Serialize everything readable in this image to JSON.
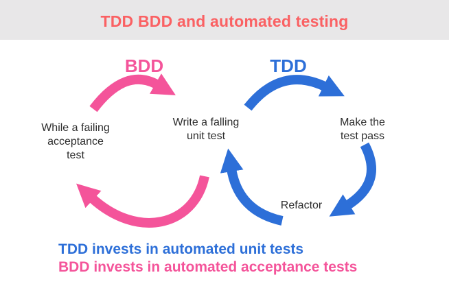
{
  "header": {
    "title": "TDD BDD and automated testing"
  },
  "colors": {
    "pink": "#f4549a",
    "blue": "#2d6fd8",
    "title_coral": "#fa6163",
    "header_background": "#e8e7e8",
    "label_text": "#2d2d2d",
    "page_background": "#ffffff"
  },
  "diagram": {
    "bdd_cycle_label": "BDD",
    "tdd_cycle_label": "TDD",
    "nodes": {
      "while_failing_acceptance": "While a failing\nacceptance\ntest",
      "write_failing_unit": "Write a falling\nunit test",
      "make_test_pass": "Make the\ntest pass",
      "refactor": "Refactor"
    },
    "arrows": [
      {
        "id": "bdd-forward-arrow",
        "color": "#f4549a",
        "from": "While a failing acceptance test",
        "to": "Write a falling unit test"
      },
      {
        "id": "tdd-forward-arrow",
        "color": "#2d6fd8",
        "from": "Write a falling unit test",
        "to": "Make the test pass"
      },
      {
        "id": "tdd-down-arrow",
        "color": "#2d6fd8",
        "from": "Make the test pass",
        "to": "Refactor"
      },
      {
        "id": "tdd-return-arrow",
        "color": "#2d6fd8",
        "from": "Refactor",
        "to": "Write a falling unit test"
      },
      {
        "id": "bdd-return-arrow",
        "color": "#f4549a",
        "from": "Write a falling unit test",
        "to": "While a failing acceptance test"
      }
    ]
  },
  "footer": {
    "tdd_line": "TDD invests in automated unit tests",
    "bdd_line": "BDD invests in automated acceptance tests"
  }
}
